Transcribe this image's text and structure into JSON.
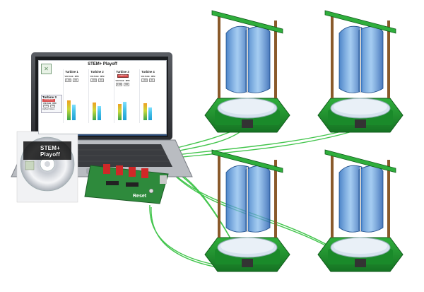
{
  "cd": {
    "title": "STEM+ Playoff"
  },
  "app": {
    "title": "STEM+ Playoff",
    "turbines": [
      {
        "name": "Turbine 1",
        "headers": [
          "VOLTAGE",
          "RPM"
        ],
        "values": [
          "0.000",
          "000"
        ],
        "bars": [
          0.7,
          0.55
        ]
      },
      {
        "name": "Turbine 2",
        "headers": [
          "VOLTAGE",
          "RPM"
        ],
        "values": [
          "0.000",
          "000"
        ],
        "bars": [
          0.62,
          0.5
        ]
      },
      {
        "name": "Turbine 3",
        "headers": [
          "VOLTAGE",
          "RPM"
        ],
        "values": [
          "0.000",
          "000"
        ],
        "bars": [
          0.58,
          0.66
        ],
        "badge": "CHAMPION"
      },
      {
        "name": "Turbine 4",
        "headers": [
          "VOLTAGE",
          "RPM"
        ],
        "values": [
          "0.000",
          "000"
        ],
        "bars": [
          0.6,
          0.45
        ]
      }
    ],
    "side_panel": {
      "title": "Turbine 3",
      "badge": "CHAMPION",
      "headers": [
        "VOLTAGE",
        "RPM"
      ],
      "values": [
        "0.000",
        "000"
      ],
      "footer": "Highest Values"
    }
  },
  "board": {
    "reset_label": "Reset"
  },
  "colors": {
    "turbine_base": "#1f8a2e",
    "turbine_blade": "#4a90d9",
    "cable": "#2fbf3a",
    "board": "#2e8a3c"
  }
}
